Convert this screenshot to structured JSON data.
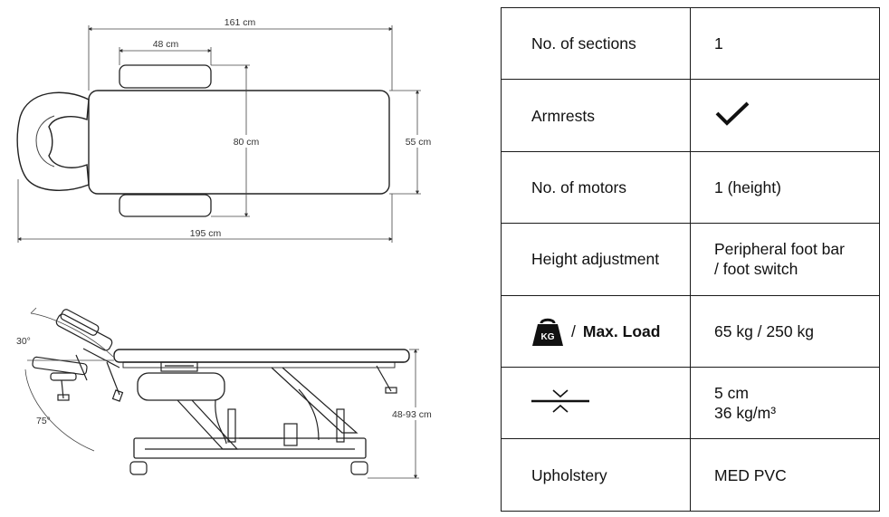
{
  "top_view": {
    "dim_width": "161 cm",
    "dim_armrest_length": "48 cm",
    "dim_total_width": "80 cm",
    "dim_top_width": "55 cm",
    "dim_total_length": "195 cm"
  },
  "side_view": {
    "angle_up": "30°",
    "angle_down": "75°",
    "dim_height": "48-93 cm",
    "weight_badge": "KG"
  },
  "specs": [
    {
      "label": "No. of sections",
      "value": "1"
    },
    {
      "label": "Armrests",
      "value": ""
    },
    {
      "label": "No. of motors",
      "value": "1 (height)"
    },
    {
      "label": "Height adjustment",
      "value_lines": [
        "Peripheral foot bar",
        "/ foot switch"
      ]
    },
    {
      "label_prefix": "/",
      "label": "Max. Load",
      "value": "65 kg / 250 kg"
    },
    {
      "label": "",
      "value_lines": [
        "5 cm",
        "36 kg/m³"
      ]
    },
    {
      "label": "Upholstery",
      "value": "MED PVC"
    }
  ],
  "icons": {
    "armrests_value": "checkmark-icon",
    "max_load": "weight-icon",
    "foam": "foam-compression-icon"
  }
}
